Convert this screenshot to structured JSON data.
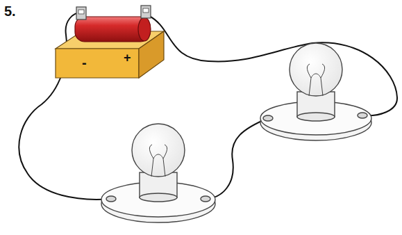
{
  "diagram": {
    "labels": [
      "5.",
      "-",
      "+"
    ]
  }
}
